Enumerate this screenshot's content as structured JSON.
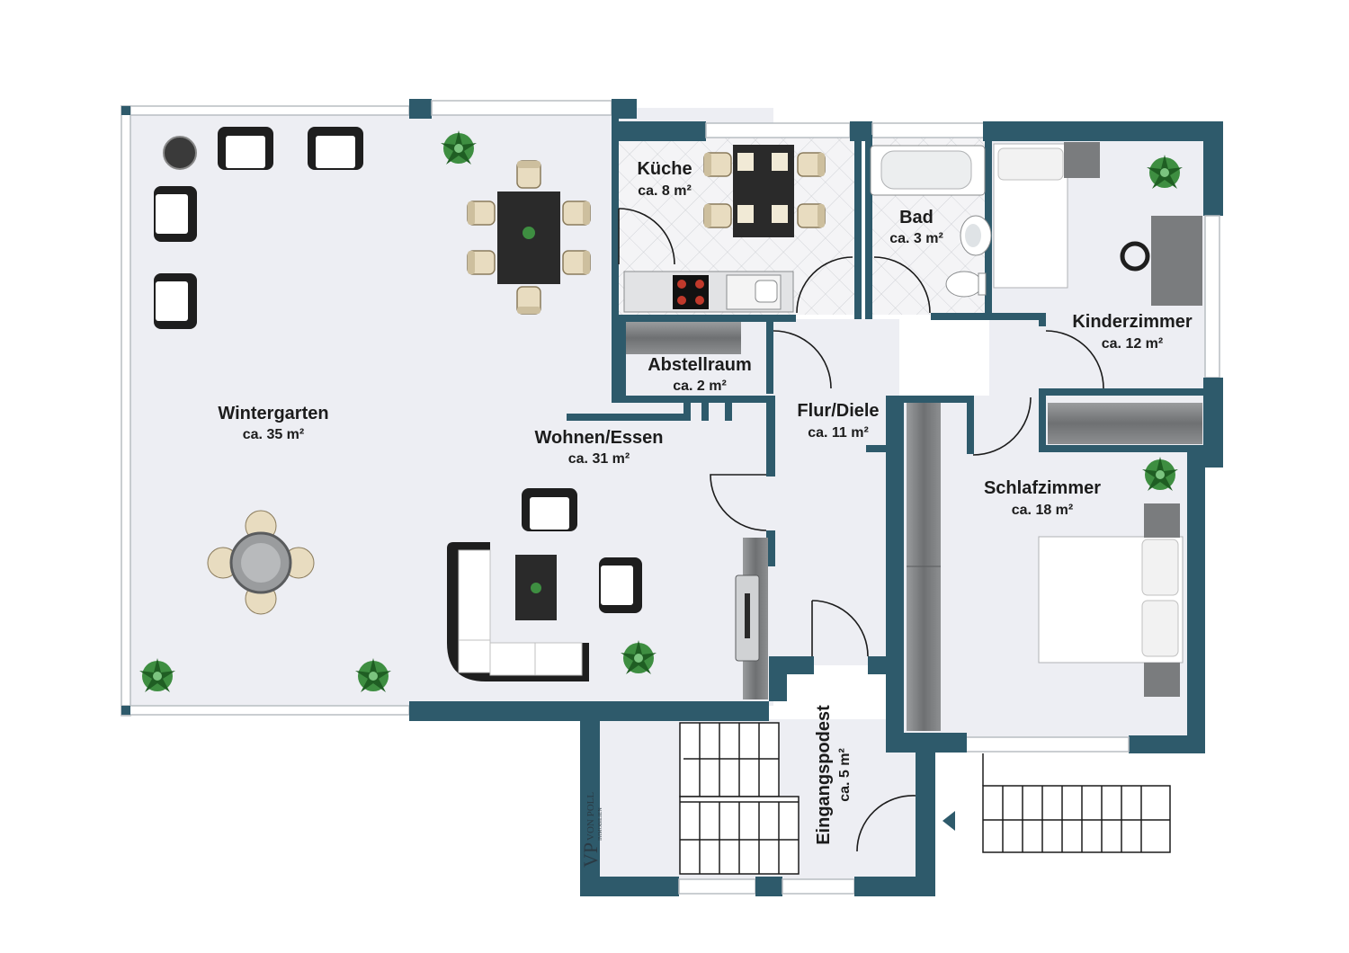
{
  "colors": {
    "wall": "#2e5a6b",
    "floor": "#edeef3",
    "tile": "#f4f4f6",
    "background": "#ffffff",
    "plant": "#2f7d32"
  },
  "rooms": [
    {
      "key": "wintergarten",
      "name": "Wintergarten",
      "area": "ca. 35 m²"
    },
    {
      "key": "wohnen",
      "name": "Wohnen/Essen",
      "area": "ca. 31 m²"
    },
    {
      "key": "kueche",
      "name": "Küche",
      "area": "ca. 8 m²"
    },
    {
      "key": "bad",
      "name": "Bad",
      "area": "ca. 3 m²"
    },
    {
      "key": "abstell",
      "name": "Abstellraum",
      "area": "ca. 2 m²"
    },
    {
      "key": "flur",
      "name": "Flur/Diele",
      "area": "ca. 11 m²"
    },
    {
      "key": "kinder",
      "name": "Kinderzimmer",
      "area": "ca. 12 m²"
    },
    {
      "key": "schlaf",
      "name": "Schlafzimmer",
      "area": "ca. 18 m²"
    },
    {
      "key": "eingang",
      "name": "Eingangspodest",
      "area": "ca. 5 m²"
    }
  ],
  "logo": {
    "monogram": "VP",
    "brand": "VON POLL",
    "tagline": "IMMOBILIEN"
  },
  "icons": [
    "plant-icon",
    "armchair-icon",
    "dining-table-icon",
    "sofa-icon",
    "bed-icon",
    "bathtub-icon",
    "toilet-icon",
    "sink-icon",
    "stove-icon",
    "stairs-icon",
    "door-swing-icon",
    "entrance-arrow-icon"
  ]
}
